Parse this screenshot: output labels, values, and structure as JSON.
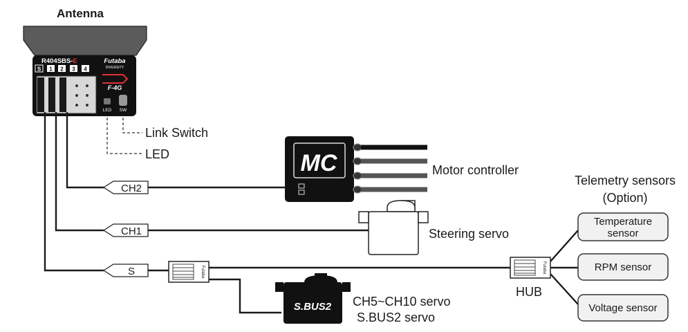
{
  "labels": {
    "antenna": "Antenna",
    "link_switch": "Link Switch",
    "led": "LED",
    "motor_controller": "Motor controller",
    "steering_servo": "Steering servo",
    "sbus_servo_line1": "CH5~CH10 servo",
    "sbus_servo_line2": "S.BUS2 servo",
    "hub": "HUB",
    "telemetry_line1": "Telemetry sensors",
    "telemetry_line2": "(Option)"
  },
  "receiver": {
    "model_prefix": "R404SBS-",
    "model_suffix": "E",
    "brand": "Futaba",
    "brand_sub": "DIVERSITY",
    "mode_badge": "F-4G",
    "port_labels": [
      "S",
      "1",
      "2",
      "3",
      "4"
    ],
    "led_label": "LED",
    "sw_label": "SW"
  },
  "tags": {
    "ch2": "CH2",
    "ch1": "CH1",
    "s": "S"
  },
  "motor_controller_badge": "MC",
  "sbus_servo_badge": "S.BUS2",
  "connector_brand": "Futaba",
  "sensors": {
    "temperature_line1": "Temperature",
    "temperature_line2": "sensor",
    "rpm": "RPM sensor",
    "voltage": "Voltage sensor"
  }
}
